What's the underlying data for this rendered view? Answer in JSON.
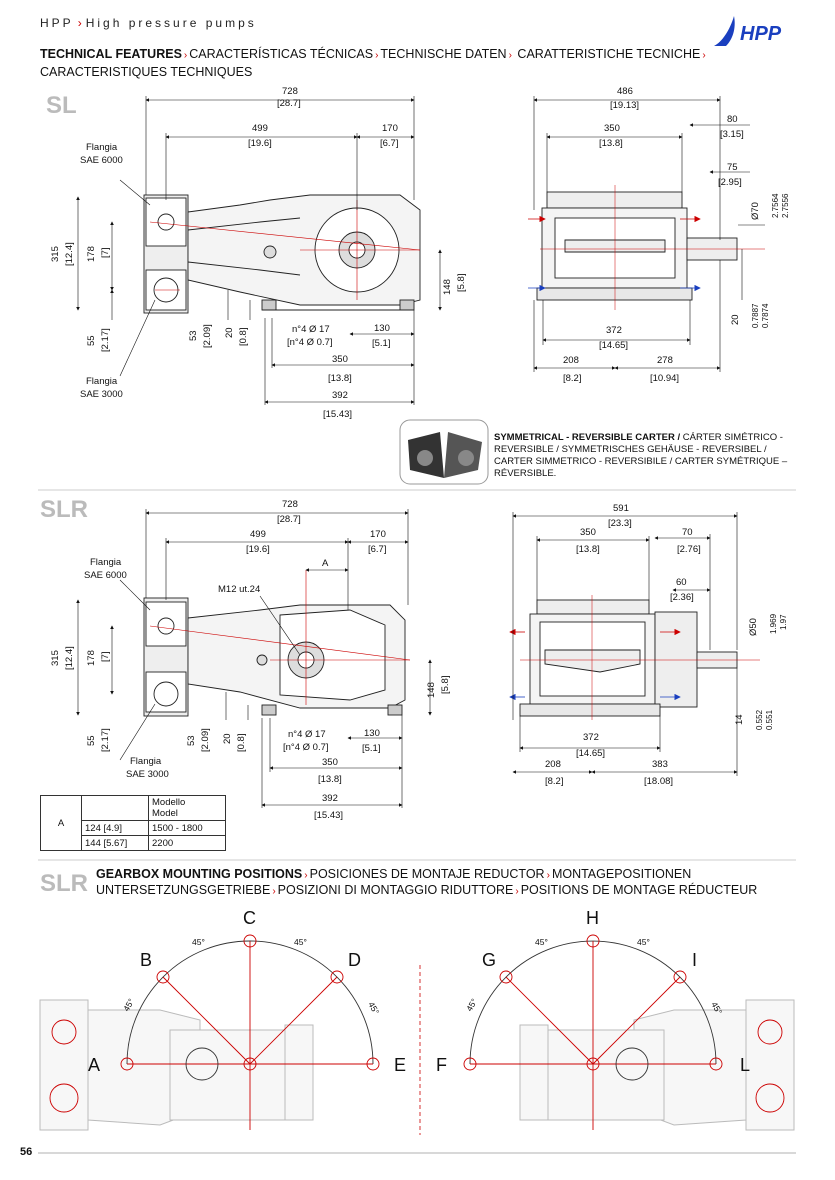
{
  "header": {
    "brand": "HPP",
    "title": "High pressure pumps"
  },
  "technical": {
    "bold": "TECHNICAL FEATURES",
    "rest": [
      "CARACTERÍSTICAS TÉCNICAS",
      "TECHNISCHE DATEN",
      "CARATTERISTICHE TECNICHE",
      "CARACTERISTIQUES TECHNIQUES"
    ]
  },
  "sl": {
    "label": "SL",
    "flangia_top": "Flangia",
    "sae_top": "SAE 6000",
    "flangia_bot": "Flangia",
    "sae_bot": "SAE 3000",
    "d728": "728",
    "d728i": "[28.7]",
    "d499": "499",
    "d499i": "[19.6]",
    "d170": "170",
    "d170i": "[6.7]",
    "d315": "315",
    "d315i": "[12.4]",
    "d178": "178",
    "d178i": "[7]",
    "d55": "55",
    "d55i": "[2.17]",
    "d53": "53",
    "d53i": "[2.09]",
    "d20": "20",
    "d20i": "[0.8]",
    "holes": "n°4 Ø 17",
    "holesi": "[n°4 Ø 0.7]",
    "d130": "130",
    "d130i": "[5.1]",
    "d148": "148",
    "d148i": "[5.8]",
    "d350": "350",
    "d350i": "[13.8]",
    "d392": "392",
    "d392i": "[15.43]",
    "f486": "486",
    "f486i": "[19.13]",
    "f80": "80",
    "f80i": "[3.15]",
    "f350": "350",
    "f350i": "[13.8]",
    "f75": "75",
    "f75i": "[2.95]",
    "f70": "Ø70",
    "f70a": "2.7564",
    "f70b": "2.7556",
    "f20": "20",
    "f20a": "0.7887",
    "f20b": "0.7874",
    "f372": "372",
    "f372i": "[14.65]",
    "f208": "208",
    "f208i": "[8.2]",
    "f278": "278",
    "f278i": "[10.94]"
  },
  "symmetric": {
    "bold": "SYMMETRICAL - REVERSIBLE CARTER /",
    "rest": " CÁRTER SIMÉTRICO - REVERSIBLE / SYMMETRISCHES GEHÄUSE - REVERSIBEL / CARTER SIMMETRICO - REVERSIBILE / CARTER SYMÉTRIQUE – RÉVERSIBLE."
  },
  "slr": {
    "label": "SLR",
    "flangia_top": "Flangia",
    "sae_top": "SAE 6000",
    "flangia_bot": "Flangia",
    "sae_bot": "SAE 3000",
    "m12": "M12 ut.24",
    "a": "A",
    "d728": "728",
    "d728i": "[28.7]",
    "d499": "499",
    "d499i": "[19.6]",
    "d170": "170",
    "d170i": "[6.7]",
    "d315": "315",
    "d315i": "[12.4]",
    "d178": "178",
    "d178i": "[7]",
    "d55": "55",
    "d55i": "[2.17]",
    "d53": "53",
    "d53i": "[2.09]",
    "d20": "20",
    "d20i": "[0.8]",
    "holes": "n°4 Ø 17",
    "holesi": "[n°4 Ø 0.7]",
    "d130": "130",
    "d130i": "[5.1]",
    "d148": "148",
    "d148i": "[5.8]",
    "d350": "350",
    "d350i": "[13.8]",
    "d392": "392",
    "d392i": "[15.43]",
    "f591": "591",
    "f591i": "[23.3]",
    "f350": "350",
    "f350i": "[13.8]",
    "f70": "70",
    "f70i": "[2.76]",
    "f60": "60",
    "f60i": "[2.36]",
    "f50": "Ø50",
    "f50a": "1.969",
    "f50b": "1.97",
    "f14": "14",
    "f14a": "0.552",
    "f14b": "0.551",
    "f372": "372",
    "f372i": "[14.65]",
    "f208": "208",
    "f208i": "[8.2]",
    "f383": "383",
    "f383i": "[18.08]"
  },
  "table": {
    "col_a": "A",
    "hdr1": "Modello",
    "hdr2": "Model",
    "rows": [
      {
        "a": "124  [4.9]",
        "m": "1500 - 1800"
      },
      {
        "a": "144  [5.67]",
        "m": "2200"
      }
    ]
  },
  "gearbox": {
    "label": "SLR",
    "bold": "GEARBOX MOUNTING POSITIONS",
    "rest1": "POSICIONES DE MONTAJE REDUCTOR",
    "rest2": "MONTAGEPOSITIONEN",
    "line2a": "UNTERSETZUNGSGETRIEBE",
    "line2b": "POSIZIONI DI MONTAGGIO RIDUTTORE",
    "line2c": "POSITIONS DE MONTAGE RÉDUCTEUR",
    "left": [
      "A",
      "B",
      "C",
      "D",
      "E"
    ],
    "right": [
      "F",
      "G",
      "H",
      "I",
      "L"
    ],
    "angle": "45°"
  },
  "page_number": "56",
  "colors": {
    "accent": "#cc0000",
    "blue": "#1a3fbf"
  }
}
